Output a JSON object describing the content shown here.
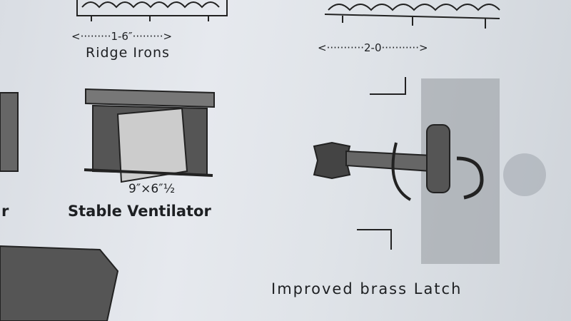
{
  "ridge_irons": {
    "dimension": "<·········1-6″·········>",
    "caption": "Ridge Irons"
  },
  "ridge_iron_large": {
    "dimension": "<···········2-0···········>"
  },
  "stable_ventilator": {
    "dimension": "9″×6″½",
    "caption": "Stable Ventilator"
  },
  "left_partial": {
    "caption_fragment": "r"
  },
  "brass_latch": {
    "caption": "Improved brass Latch"
  }
}
